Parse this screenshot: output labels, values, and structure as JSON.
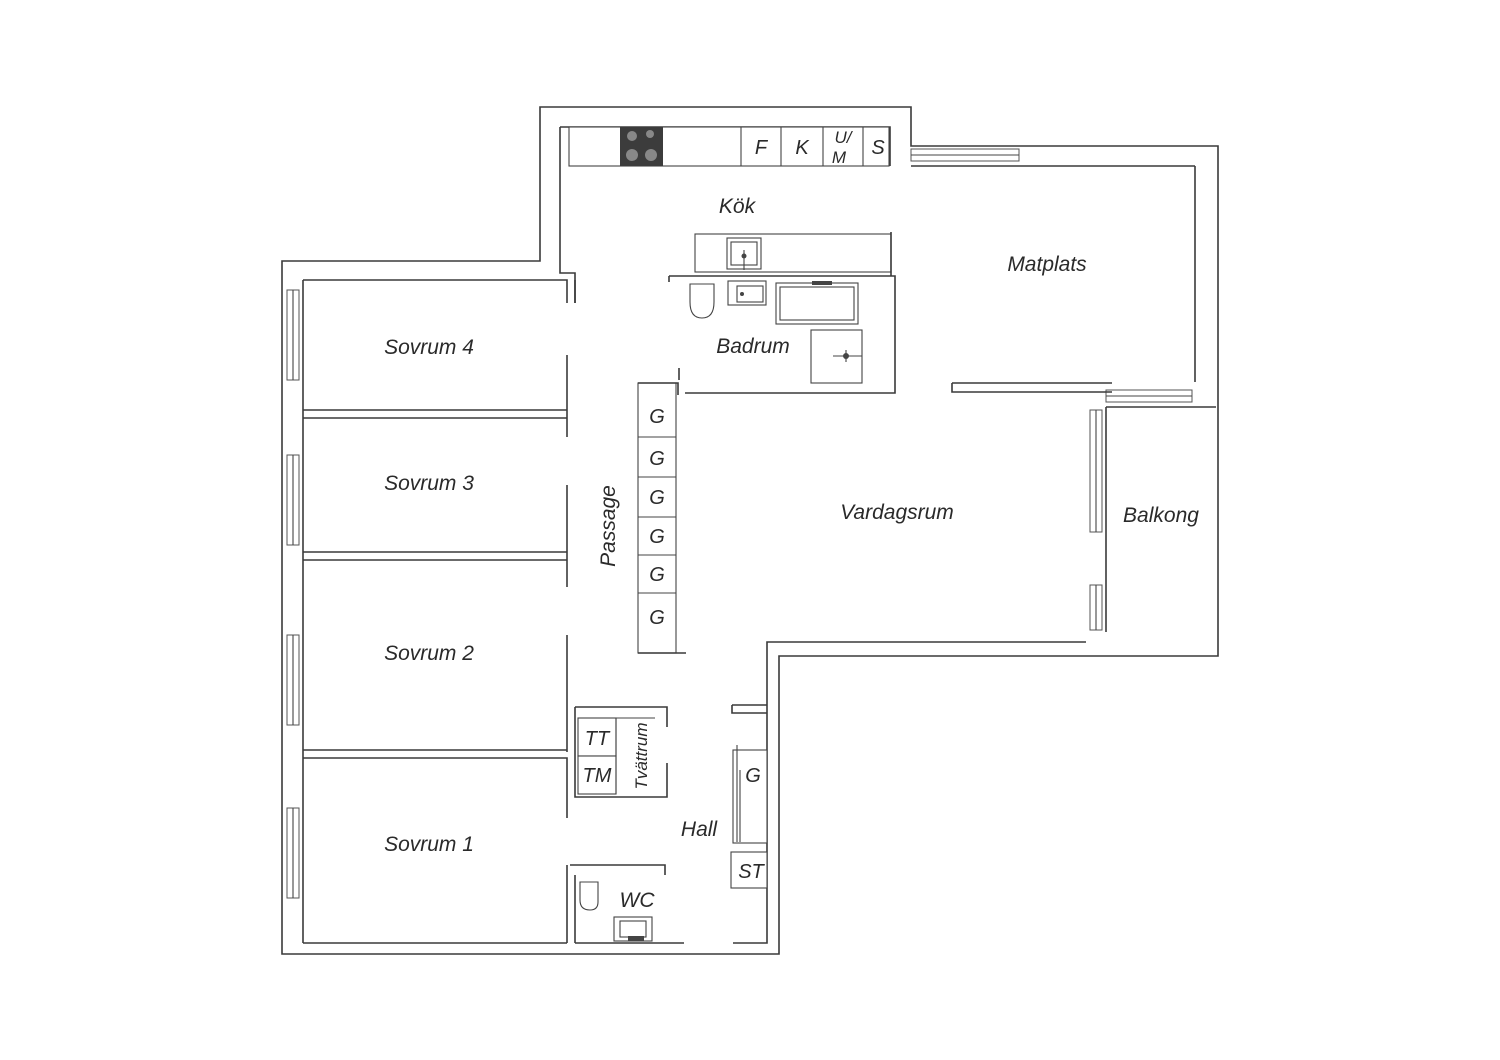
{
  "rooms": {
    "kok": "Kök",
    "matplats": "Matplats",
    "badrum": "Badrum",
    "sovrum4": "Sovrum 4",
    "sovrum3": "Sovrum 3",
    "sovrum2": "Sovrum 2",
    "sovrum1": "Sovrum 1",
    "passage": "Passage",
    "vardagsrum": "Vardagsrum",
    "balkong": "Balkong",
    "hall": "Hall",
    "tvattrum": "Tvättrum",
    "wc": "WC"
  },
  "appliances": {
    "f": "F",
    "k": "K",
    "um_top": "U/",
    "um_bottom": "M",
    "s": "S",
    "tt": "TT",
    "tm": "TM",
    "st": "ST"
  },
  "storage": {
    "passage_closets": [
      "G",
      "G",
      "G",
      "G",
      "G",
      "G"
    ],
    "hall_closet": "G"
  },
  "colors": {
    "wall": "#3a3a3a",
    "stove": "#3c3c3c",
    "background": "#ffffff"
  }
}
